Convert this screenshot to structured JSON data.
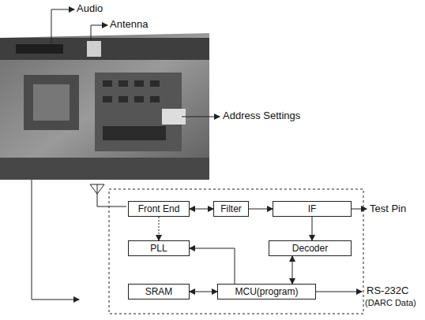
{
  "diagram": {
    "nodes": [
      {
        "text": [
          "Front End"
        ]
      },
      {
        "text": [
          "Filter"
        ]
      },
      {
        "text": [
          "IF"
        ]
      },
      {
        "text": [
          "PLL"
        ]
      },
      {
        "text": [
          "Decoder"
        ]
      },
      {
        "text": [
          "SRAM"
        ]
      },
      {
        "text": [
          "MCU(program)"
        ]
      }
    ],
    "edges": [
      {
        "from": 0,
        "to": 1,
        "arrow": "both"
      },
      {
        "from": 1,
        "to": 2,
        "arrow": "to"
      },
      {
        "from": 2,
        "to": 4,
        "arrow": "to"
      },
      {
        "from": 0,
        "to": 3,
        "arrow": "to"
      },
      {
        "from": 6,
        "to": 3,
        "arrow": "to"
      },
      {
        "from": 4,
        "to": 6,
        "arrow": "both"
      },
      {
        "from": 5,
        "to": 6,
        "arrow": "both"
      }
    ],
    "labels": [
      "Audio",
      "Antenna",
      "Address Settings",
      "Test Pin",
      "RS-232C",
      "(DARC Data)"
    ]
  }
}
